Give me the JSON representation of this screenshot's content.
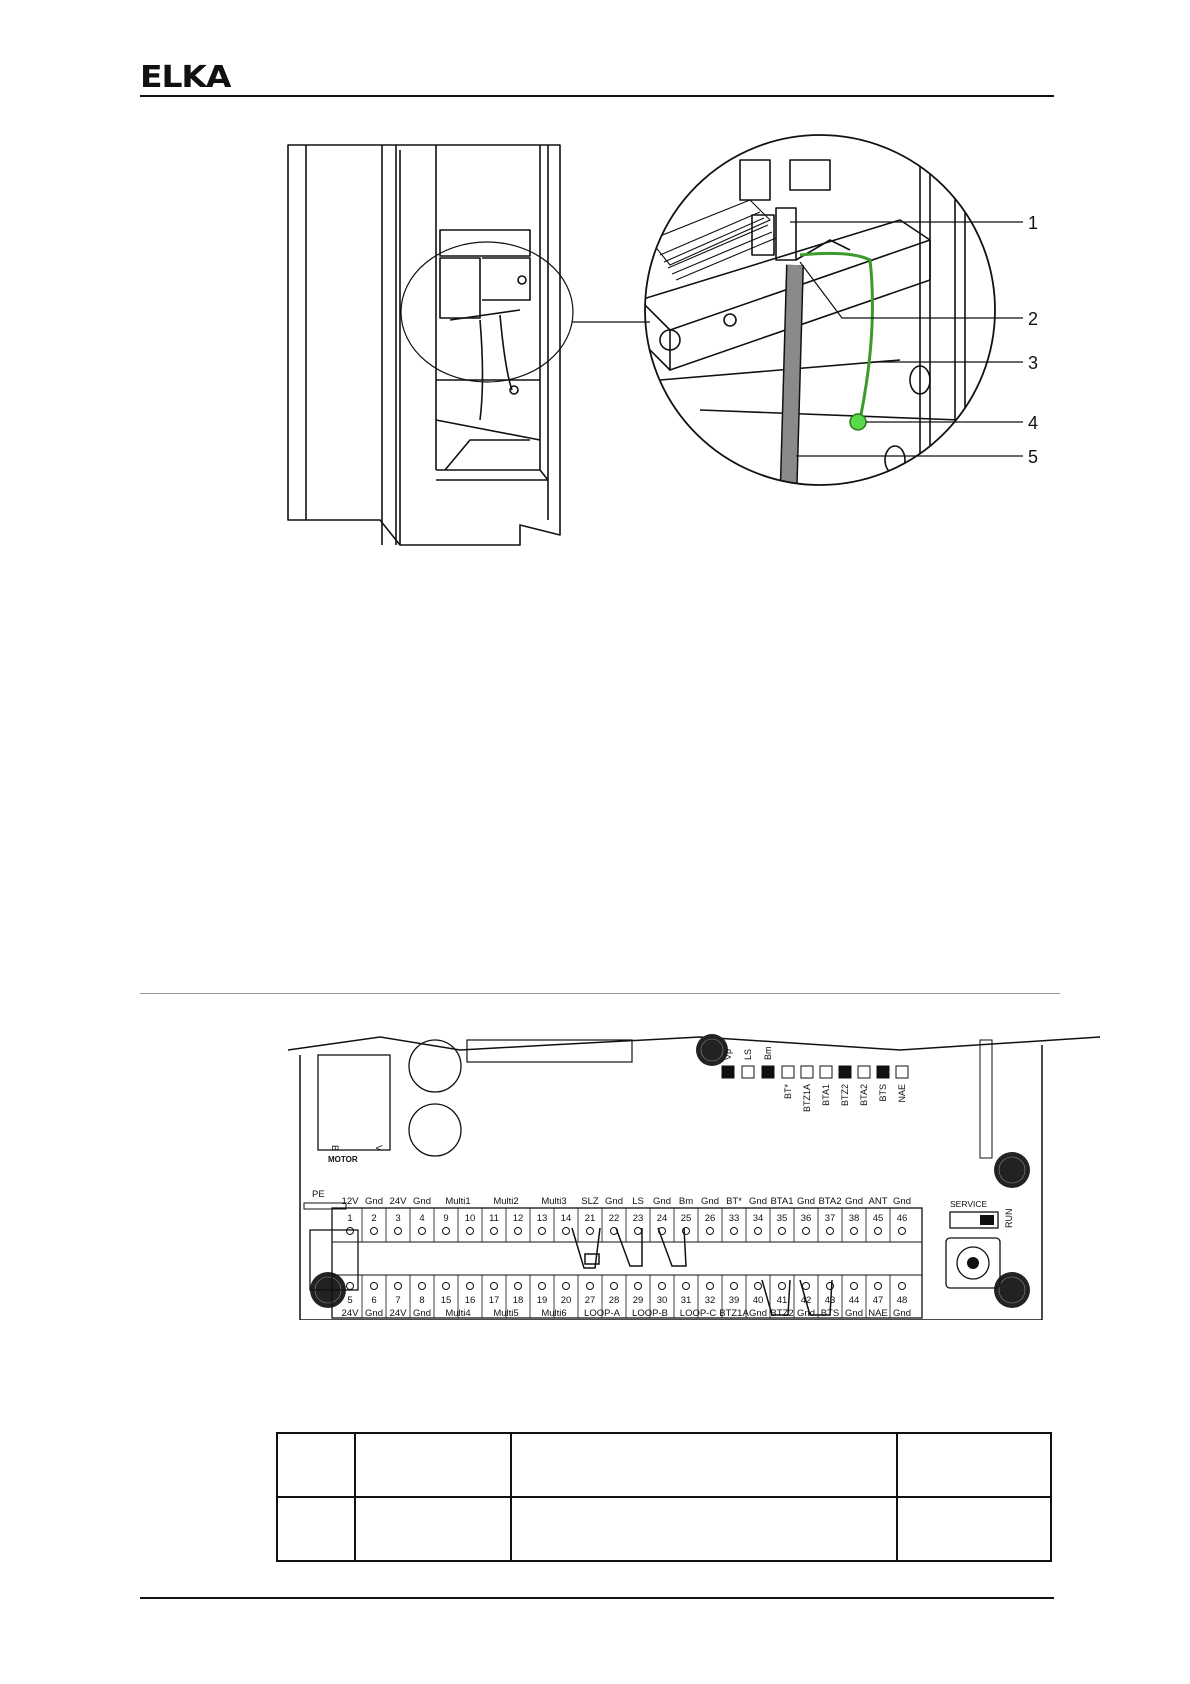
{
  "header": {
    "logo_text": "ELKA"
  },
  "figure1": {
    "callouts": [
      "1",
      "2",
      "3",
      "4",
      "5"
    ],
    "colors": {
      "line": "#111111",
      "green_wire": "#3a9a2a",
      "green_led": "#59d94a",
      "cable": "#8a8a8a"
    }
  },
  "figure2": {
    "top_leds": [
      {
        "label": "Vp",
        "filled": true
      },
      {
        "label": "LS",
        "filled": false
      },
      {
        "label": "Bm",
        "filled": true
      }
    ],
    "bottom_leds": [
      {
        "label": "BT*",
        "filled": false
      },
      {
        "label": "BTZ1A",
        "filled": false
      },
      {
        "label": "BTA1",
        "filled": false
      },
      {
        "label": "BTZ2",
        "filled": true
      },
      {
        "label": "BTA2",
        "filled": false
      },
      {
        "label": "BTS",
        "filled": true
      },
      {
        "label": "NAE",
        "filled": false
      }
    ],
    "motor_label": "MOTOR",
    "motor_terminals": [
      "B",
      "V"
    ],
    "pe_label": "PE",
    "service_label": "SERVICE",
    "run_label": "RUN",
    "top_row": {
      "labels": [
        "12V",
        "Gnd",
        "24V",
        "Gnd",
        "Multi1",
        "Multi2",
        "Multi3",
        "SLZ",
        "Gnd",
        "LS",
        "Gnd",
        "Bm",
        "Gnd",
        "BT*",
        "Gnd",
        "BTA1",
        "Gnd",
        "BTA2",
        "Gnd",
        "ANT",
        "Gnd"
      ],
      "numbers": [
        "1",
        "2",
        "3",
        "4",
        "9",
        "10",
        "11",
        "12",
        "13",
        "14",
        "21",
        "22",
        "23",
        "24",
        "25",
        "26",
        "33",
        "34",
        "35",
        "36",
        "37",
        "38",
        "45",
        "46"
      ]
    },
    "bottom_row": {
      "numbers": [
        "5",
        "6",
        "7",
        "8",
        "15",
        "16",
        "17",
        "18",
        "19",
        "20",
        "27",
        "28",
        "29",
        "30",
        "31",
        "32",
        "39",
        "40",
        "41",
        "42",
        "43",
        "44",
        "47",
        "48"
      ],
      "labels": [
        "24V",
        "Gnd",
        "24V",
        "Gnd",
        "Multi4",
        "Multi5",
        "Multi6",
        "LOOP-A",
        "LOOP-B",
        "LOOP-C",
        "BTZ1A",
        "Gnd",
        "BTZ2",
        "Gnd",
        "BTS",
        "Gnd",
        "NAE",
        "Gnd"
      ]
    }
  }
}
